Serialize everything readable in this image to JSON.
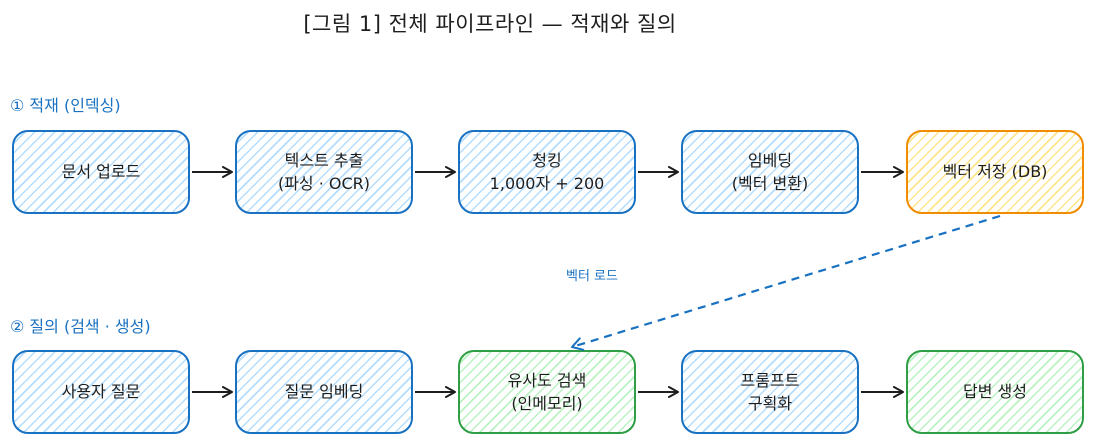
{
  "title": "[그림 1] 전체 파이프라인 — 적재와 질의",
  "sections": {
    "ingest_label": "① 적재 (인덱싱)",
    "query_label": "② 질의 (검색 · 생성)"
  },
  "ingest_steps": [
    {
      "line1": "문서 업로드",
      "line2": ""
    },
    {
      "line1": "텍스트 추출",
      "line2": "(파싱 · OCR)"
    },
    {
      "line1": "청킹",
      "line2": "1,000자 + 200"
    },
    {
      "line1": "임베딩",
      "line2": "(벡터 변환)"
    },
    {
      "line1": "벡터 저장 (DB)",
      "line2": ""
    }
  ],
  "query_steps": [
    {
      "line1": "사용자 질문",
      "line2": ""
    },
    {
      "line1": "질문 임베딩",
      "line2": ""
    },
    {
      "line1": "유사도 검색",
      "line2": "(인메모리)"
    },
    {
      "line1": "프롬프트",
      "line2": "구획화"
    },
    {
      "line1": "답변 생성",
      "line2": ""
    }
  ],
  "connector_label": "벡터 로드",
  "colors": {
    "blue_stroke": "#1971c2",
    "orange_stroke": "#f08c00",
    "green_stroke": "#2f9e44",
    "arrow": "#1e1e1e",
    "label_blue": "#1971c2"
  }
}
